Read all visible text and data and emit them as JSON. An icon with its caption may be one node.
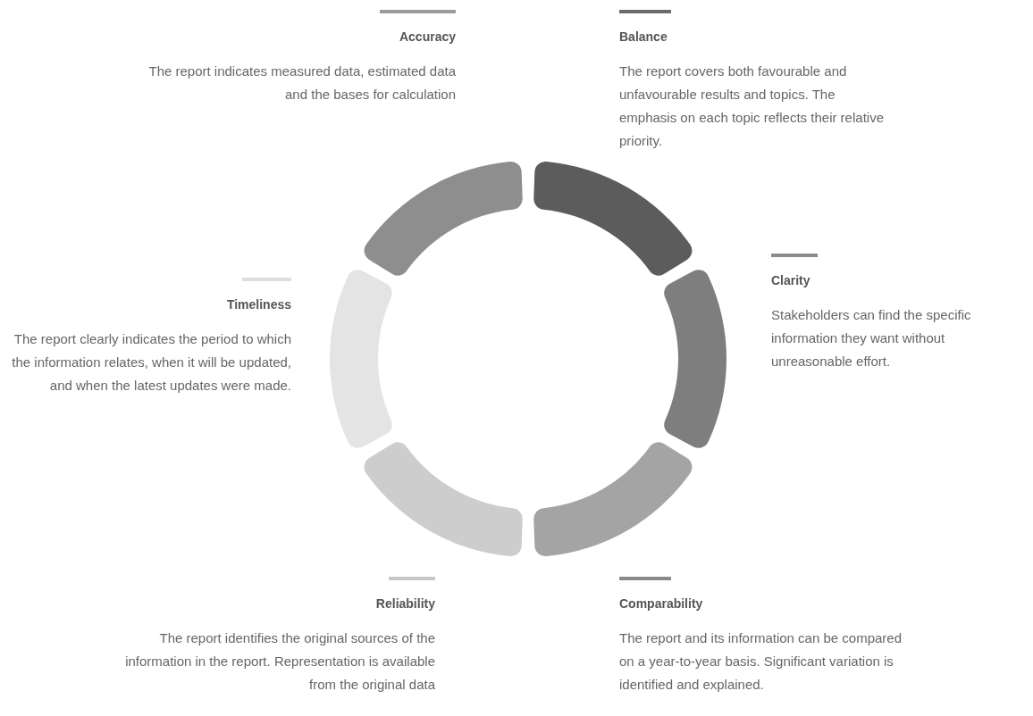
{
  "diagram": {
    "nodes": [
      {
        "text": [
          "Accuracy",
          "The report indicates measured data, estimated data and the bases for calculation"
        ]
      },
      {
        "text": [
          "Balance",
          "The report covers both favourable and unfavourable results and topics. The emphasis on each topic reflects their relative priority."
        ]
      },
      {
        "text": [
          "Timeliness",
          "The report clearly indicates the period to which the information relates, when it will be updated, and when the latest updates were made."
        ]
      },
      {
        "text": [
          "Clarity",
          "Stakeholders can find the specific information they want without unreasonable effort."
        ]
      },
      {
        "text": [
          "Reliability",
          "The report identifies the original sources of the information in the report. Representation is available from the original data"
        ]
      },
      {
        "text": [
          "Comparability",
          "The report and its information can be compared on a year-to-year basis. Significant variation is identified and explained."
        ]
      }
    ]
  }
}
